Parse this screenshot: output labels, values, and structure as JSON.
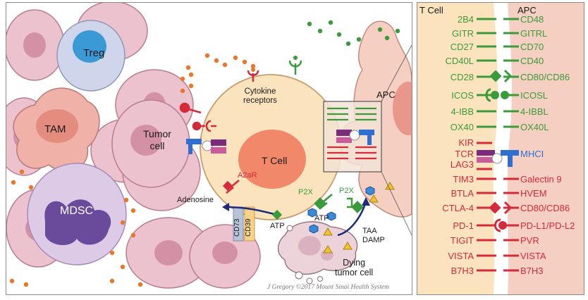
{
  "figure": {
    "left": {
      "labels": {
        "treg": "Treg",
        "tam": "TAM",
        "tumor_cell": "Tumor\ncell",
        "mdsc": "MDSC",
        "cytokine_receptors": "Cytokine\nreceptors",
        "t_cell": "T Cell",
        "apc": "APC",
        "a2ar": "A2aR",
        "adenosine": "Adenosine",
        "cd73": "CD73",
        "cd39": "CD39",
        "atp_1": "ATP",
        "p2x_1": "P2X",
        "atp_2": "ATP",
        "p2x_2": "P2X",
        "taa_damp": "TAA\nDAMP",
        "dying_tumor_cell": "Dying\ntumor cell"
      },
      "credit": "J Gregory ©2017 Mount Sinai Health System"
    },
    "right": {
      "header_left": "T Cell",
      "header_right": "APC",
      "pairs": [
        {
          "left": "2B4",
          "right": "CD48",
          "color": "green"
        },
        {
          "left": "GITR",
          "right": "GITRL",
          "color": "green"
        },
        {
          "left": "CD27",
          "right": "CD70",
          "color": "green"
        },
        {
          "left": "CD40L",
          "right": "CD40",
          "color": "green"
        },
        {
          "left": "CD28",
          "right": "CD80/CD86",
          "color": "green"
        },
        {
          "left": "ICOS",
          "right": "ICOSL",
          "color": "green"
        },
        {
          "left": "4-IBB",
          "right": "4-IBBL",
          "color": "green"
        },
        {
          "left": "OX40",
          "right": "OX40L",
          "color": "green"
        },
        {
          "left": "KIR",
          "right": "",
          "color": "red"
        },
        {
          "left": "TCR",
          "right": "MHCI",
          "color": "red"
        },
        {
          "left": "LAG3",
          "right": "",
          "color": "red"
        },
        {
          "left": "TIM3",
          "right": "Galectin 9",
          "color": "red"
        },
        {
          "left": "BTLA",
          "right": "HVEM",
          "color": "red"
        },
        {
          "left": "CTLA-4",
          "right": "CD80/CD86",
          "color": "red"
        },
        {
          "left": "PD-1",
          "right": "PD-L1/PD-L2",
          "color": "red"
        },
        {
          "left": "TIGIT",
          "right": "PVR",
          "color": "red"
        },
        {
          "left": "VISTA",
          "right": "VISTA",
          "color": "red"
        },
        {
          "left": "B7H3",
          "right": "B7H3",
          "color": "red"
        }
      ]
    },
    "colors": {
      "costim": "#3b9b3b",
      "inhib": "#d42a39",
      "mhc": "#2f6fcf",
      "cell_fill": "#fbe3bd",
      "tumor_fill": "#ecc2cf"
    }
  }
}
